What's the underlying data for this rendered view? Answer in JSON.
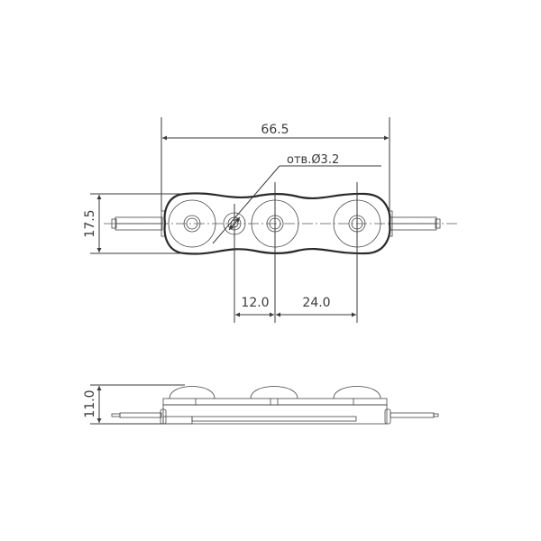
{
  "dimensions": {
    "length": "66.5",
    "height_top": "17.5",
    "hole_label": "отв.Ø3.2",
    "hole_to_led": "12.0",
    "led_pitch": "24.0",
    "height_side": "11.0"
  },
  "colors": {
    "line": "#3a3a3a",
    "background": "#ffffff"
  }
}
